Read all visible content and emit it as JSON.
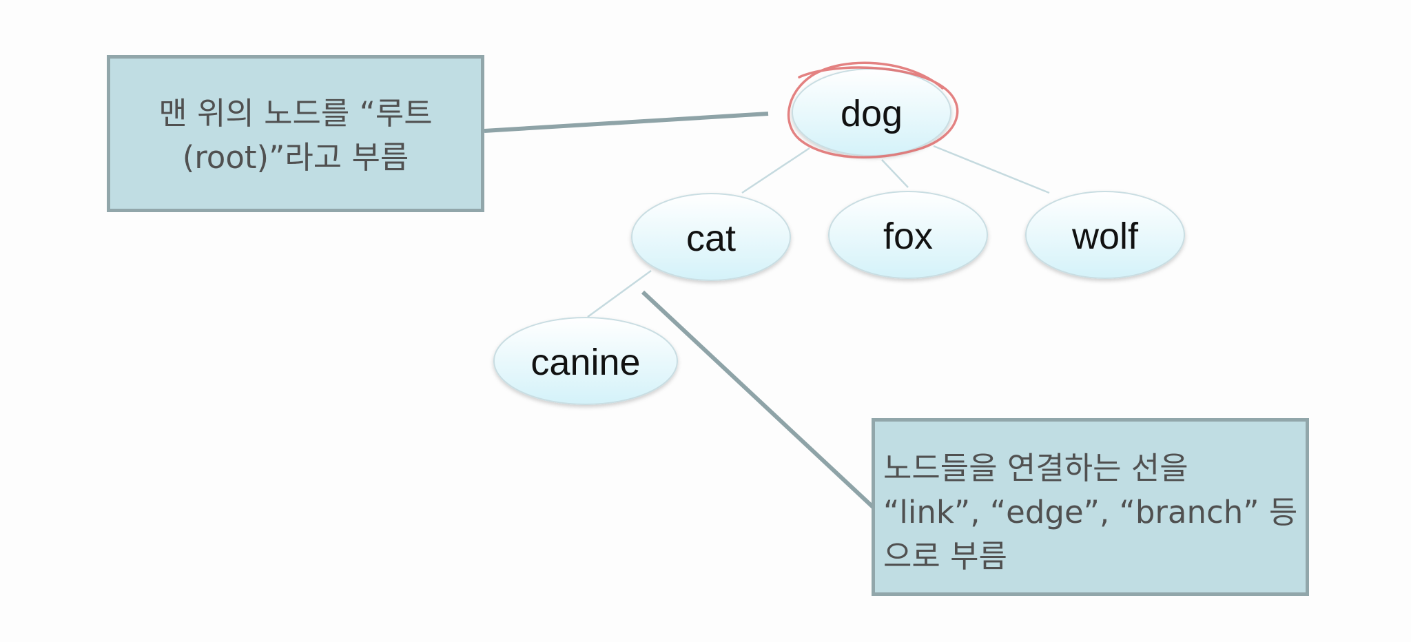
{
  "tree": {
    "nodes": [
      {
        "id": "dog",
        "label": "dog",
        "parent": null,
        "highlighted": true
      },
      {
        "id": "cat",
        "label": "cat",
        "parent": "dog",
        "highlighted": false
      },
      {
        "id": "fox",
        "label": "fox",
        "parent": "dog",
        "highlighted": false
      },
      {
        "id": "wolf",
        "label": "wolf",
        "parent": "dog",
        "highlighted": false
      },
      {
        "id": "canine",
        "label": "canine",
        "parent": "cat",
        "highlighted": false
      }
    ]
  },
  "callouts": {
    "root": {
      "line1": "맨 위의 노드를 “루트",
      "root_word": "(root)",
      "line2_rest": "”라고 부름"
    },
    "link": {
      "line1": "노드들을 연결하는 선을",
      "line2": "“link”, “edge”, “branch” 등",
      "line3": "으로 부름"
    }
  },
  "colors": {
    "node_fill_top": "#ffffff",
    "node_fill_bottom": "#d4f2f9",
    "node_stroke": "#c9dde2",
    "edge": "#c5dadf",
    "callout_fill": "#c0dde3",
    "callout_border": "#91a6aa",
    "connector": "#8ea3a7",
    "highlight_pen": "#de6b6b"
  }
}
